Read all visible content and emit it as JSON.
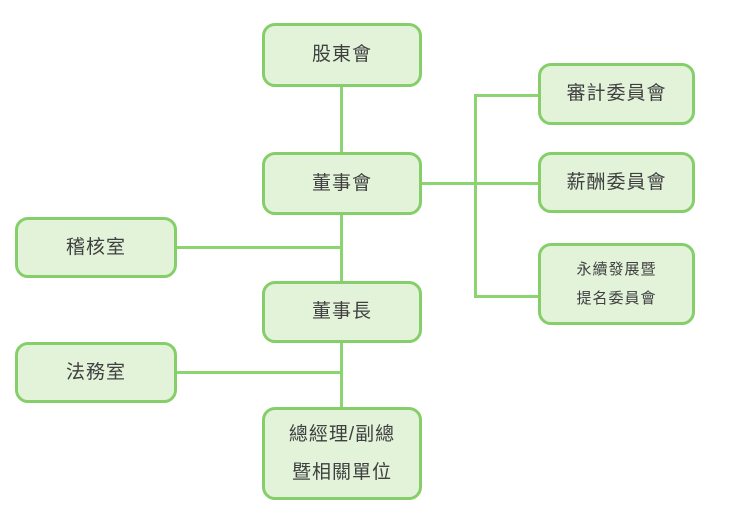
{
  "org_chart": {
    "type": "organizational-chart",
    "colors": {
      "node_fill": "#e2f3da",
      "node_border": "#86ce69",
      "connector": "#8cd470",
      "text": "#404040",
      "background": "#ffffff"
    },
    "nodes": {
      "shareholders": {
        "label": "股東會"
      },
      "board": {
        "label": "董事會"
      },
      "chairman": {
        "label": "董事長"
      },
      "gm": {
        "label": "總經理/副總\n暨相關單位"
      },
      "audit_office": {
        "label": "稽核室"
      },
      "legal_office": {
        "label": "法務室"
      },
      "audit_committee": {
        "label": "審計委員會"
      },
      "compensation_committee": {
        "label": "薪酬委員會"
      },
      "sustainability_committee": {
        "label": "永續發展暨\n提名委員會"
      }
    },
    "edges": [
      {
        "from": "股東會",
        "to": "董事會"
      },
      {
        "from": "董事會",
        "to": "審計委員會"
      },
      {
        "from": "董事會",
        "to": "薪酬委員會"
      },
      {
        "from": "董事會",
        "to": "永續發展暨提名委員會"
      },
      {
        "from": "董事會",
        "to": "稽核室"
      },
      {
        "from": "董事會",
        "to": "董事長"
      },
      {
        "from": "董事長",
        "to": "法務室"
      },
      {
        "from": "董事長",
        "to": "總經理/副總暨相關單位"
      }
    ]
  }
}
